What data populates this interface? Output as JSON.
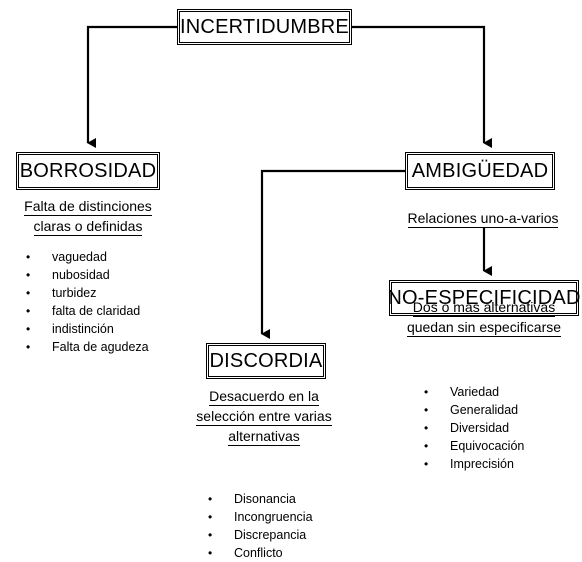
{
  "nodes": {
    "root": {
      "label": "INCERTIDUMBRE"
    },
    "borrosidad": {
      "label": "BORROSIDAD",
      "caption": [
        "Falta de distinciones",
        "claras o definidas"
      ],
      "items": [
        "vaguedad",
        "nubosidad",
        "turbidez",
        "falta de claridad",
        "indistinción",
        "Falta de agudeza"
      ]
    },
    "ambiguedad": {
      "label": "AMBIGÜEDAD",
      "caption": [
        "Relaciones uno-a-varios"
      ]
    },
    "no_especificidad": {
      "label": "NO-ESPECIFICIDAD",
      "caption": [
        "Dos o mas alternativas",
        "quedan sin especificarse"
      ],
      "items": [
        "Variedad",
        "Generalidad",
        "Diversidad",
        "Equivocación",
        "Imprecisión"
      ]
    },
    "discordia": {
      "label": "DISCORDIA",
      "caption": [
        "Desacuerdo en la",
        "selección entre varias",
        "alternativas"
      ],
      "items": [
        "Disonancia",
        "Incongruencia",
        "Discrepancia",
        "Conflicto"
      ]
    }
  },
  "colors": {
    "line": "#000000",
    "background": "#ffffff"
  }
}
